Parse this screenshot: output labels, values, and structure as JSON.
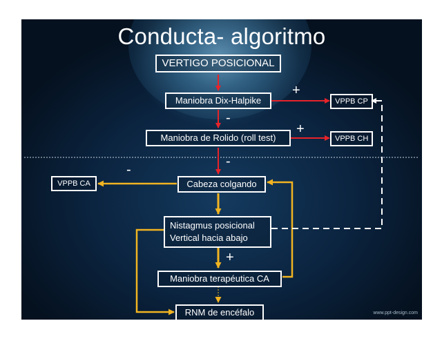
{
  "slide": {
    "title": "Conducta- algoritmo",
    "watermark": "www.ppt-design.com"
  },
  "nodes": {
    "vertigo": "VERTIGO POSICIONAL",
    "dix": "Maniobra Dix-Halpike",
    "rolido": "Maniobra de Rolido (roll test)",
    "vppb_cp": "VPPB CP",
    "vppb_ch": "VPPB CH",
    "cabeza": "Cabeza colgando",
    "vppb_ca": "VPPB CA",
    "nistagmus_line1": "Nistagmus posicional",
    "nistagmus_line2": "Vertical hacia abajo",
    "terapeutica": "Maniobra terapéutica CA",
    "rnm": "RNM de encéfalo"
  },
  "signs": {
    "plus_dix": "+",
    "minus_dix": "-",
    "plus_rolido": "+",
    "minus_rolido": "-",
    "minus_cabeza": "-",
    "plus_nistagmus": "+"
  },
  "colors": {
    "red_arrow": "#e8232a",
    "yellow_arrow": "#f2b421",
    "white_dashed": "#ffffff"
  }
}
